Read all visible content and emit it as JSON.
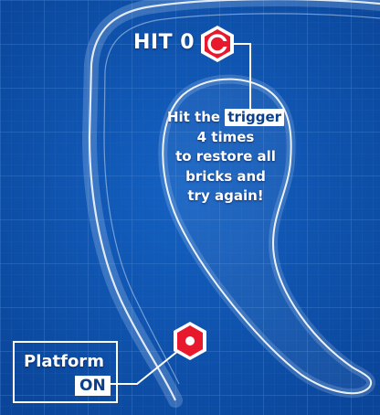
{
  "hud": {
    "hit_prefix": "HIT",
    "hit_count": "0",
    "trigger_icon": "red-hexagon-c-icon",
    "bumper_icon": "red-hexagon-dot-icon"
  },
  "instruction": {
    "line1_prefix": "Hit the",
    "line1_chip": "trigger",
    "line2": "4 times",
    "line3": "to restore all",
    "line4": "bricks and",
    "line5": "try again!"
  },
  "platform": {
    "label": "Platform",
    "state": "ON"
  },
  "colors": {
    "background": "#0a4ea8",
    "grid": "#3f7fd0",
    "accent_red": "#e8192c",
    "text": "#ffffff"
  }
}
